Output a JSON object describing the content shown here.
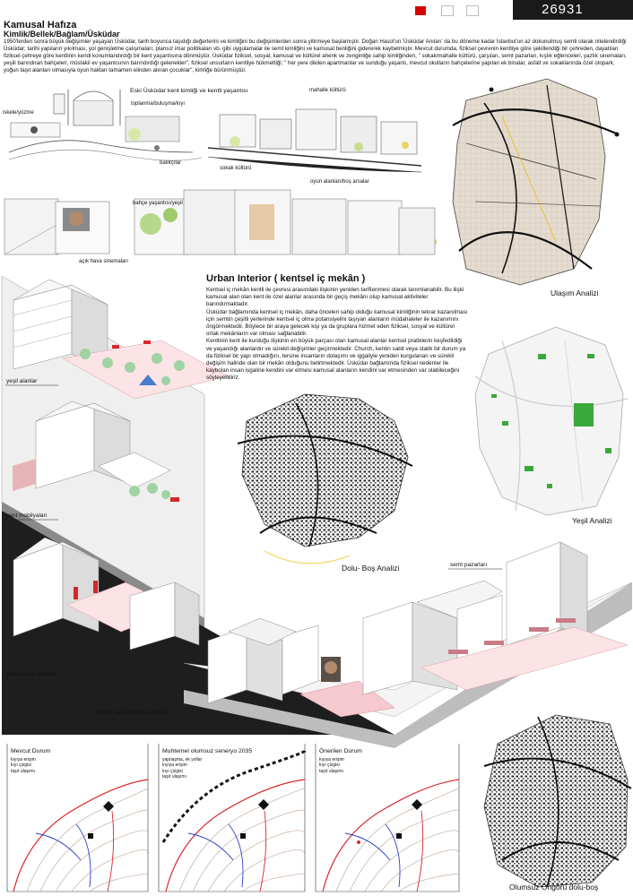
{
  "header": {
    "code": "26931",
    "title": "Kamusal Hafıza",
    "subtitle": "Kimlik/Bellek/Bağlam/Üsküdar",
    "squares": [
      "#d40000",
      "#ffffff",
      "#ffffff",
      "#ffffff"
    ]
  },
  "intro": "1950'lerden sonra büyük değişimler yaşayan Üsküdar, tarih boyunca taşıdığı değerlerini ve kimliğini bu değişimlerden sonra yitirmeye başlamıştır. Doğan Hasol'un 'Üsküdar Anıları' da bu döneme kadar İstanbul'un az dokunulmuş semti olarak nitelendirdiği Üsküdar; tarihi yapıların yıkılması, yol genişletme çalışmaları, plansız imar politikaları vb. gibi uygulamalar ile semt kimliğini ve kamusal benliğini gidererek kaybetmiştir. Mevcut durumda, fiziksel çevrenin kentliye göre şekillendiği bir çehreden, dayatılan fiziksel çehreye göre kentlinin kendi konumlandırdığı bir kent yaşantısına dönmüştür. Üsküdar fiziksel, sosyal, kamusal ve kültürel ahenk ve zenginliğe sahip kimliğinden, \" sokak/mahalle kültürü, çarşıları, semt pazarları, kışlık eğlenceleri, yazlık sinemaları, yeşili barındıran bahçeleri, müstakil ev yaşantısının barındırdığı gelenekler\", fiziksel unsurların kentliye hükmettiği; \" her yere dikilen apartmanlar ve sunduğu yaşantı, mevcut okulların bahçelerine yapılan ek binalar, asfalt ve sokaklarında özel otopark, yoğun taşıt alanları olmasıyla oyun hakları tamamen elinden alınan çocuklar\", kimliğe bürünmüştür.",
  "sketches": {
    "heading": "Eski Üsküdar kent kimliği ve kentli yaşantısı",
    "labels": [
      "iskele/yüzme",
      "toplanma/buluşma/kıyı",
      "balıkçılar",
      "mahalle kültürü",
      "bahçe yaşantısı/yeşil",
      "sokak kültürü",
      "oyun alanları/boş arsalar",
      "açık hava sinemaları"
    ]
  },
  "maps": {
    "ulasim": "Ulaşım Analizi",
    "yesil": "Yeşil Analizi",
    "dolubos": "Dolu- Boş Analizi",
    "olumsuz": "Olumsuz Öngörü dolu-boş"
  },
  "urban_interior": {
    "title": "Urban Interior ( kentsel iç mekân )",
    "paragraphs": [
      "Kentsel iç mekân kentli ile çevresi arasındaki ilişkinin yeniden tarifienmesi olarak tanımlanabilir. Bu ilişki kamusal alan olan kent ile özel alanlar arasında bir geçiş mekânı olup kamusal aktiviteler barındırmaktadır.",
      "Üsküdar bağlamında kentsel iç mekân, daha önceleri sahip olduğu kamusal kimliğinin tekrar kazanılması için semtin çeşitli yerlerinde kentsel iç olma potansiyelini taşıyan alanların müdahaleler ile kazanımını öngörmektedir. Böylece bir araya gelecek kişi ya da gruplara hizmet eden fiziksel, sosyal ve kültürel ortak mekânların var olması sağlanabilir.",
      "Kentlinin kent ile kurduğu ilişkinin en büyük parçası olan kamusal alanlar kentsel pratiklerin keşfedildiği ve yaşandığı alanlardır ve sürekli değişimler geçirmektedir. Church, kentin sabit veya statik bir durum ya da fiziksel bir yapı olmadığını, tersine insanların dolaşımı ve iggaliyle yeniden kurgulanan ve sürekli değişim halinde olan bir mekân olduğunu belirtmektedir. Üsküdar bağlamında fiziksel nedenler ile kaybolan insan ișgaline kendini var etmesi kamusal alanların kendini var etmesinden var olabileceğini söyleyebiliriz."
    ]
  },
  "axo": {
    "labels": [
      "yeşil alanlar",
      "kent mobilyaları",
      "çocuk oyun alanları",
      "etkinlik /açık sinema amfileri",
      "semt pazarları"
    ]
  },
  "panels": [
    {
      "title": "Mevcut Durum",
      "lines": [
        "kıyıya erişim",
        "kıyı çizgisi",
        "taşıt ulaşımı"
      ]
    },
    {
      "title": "Muhtemel olumsuz seneryo 2035",
      "lines": [
        "yapılaşma, ek yollar",
        "kıyıya erişim",
        "kıyı çizgisi",
        "taşıt ulaşımı"
      ]
    },
    {
      "title": "Önerilen Durum",
      "lines": [
        "kıyıya erişim",
        "kıyı çizgisi",
        "taşıt ulaşımı"
      ]
    }
  ],
  "colors": {
    "accent_red": "#d40000",
    "green": "#3aa83a",
    "pink": "#f2c9cf",
    "contour": "#b79b86",
    "road_red": "#d8262b"
  }
}
